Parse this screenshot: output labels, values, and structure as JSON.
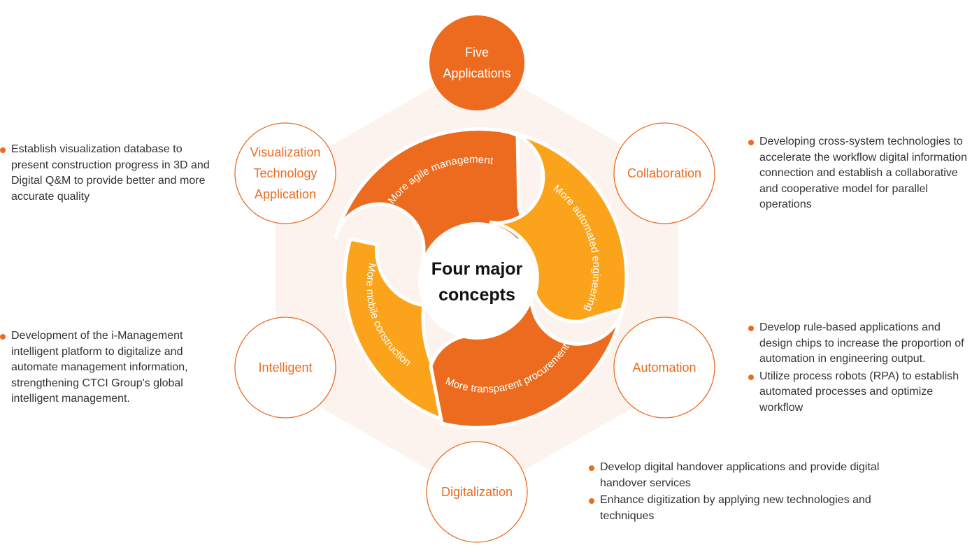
{
  "center": {
    "line1": "Four major",
    "line2": "concepts"
  },
  "concepts": [
    {
      "label": "More agile management"
    },
    {
      "label": "More automated engineering"
    },
    {
      "label": "More transparent procurement"
    },
    {
      "label": "More mobile construction"
    }
  ],
  "applications": {
    "five": {
      "line1": "Five",
      "line2": "Applications"
    },
    "visualization": {
      "line1": "Visualization",
      "line2": "Technology",
      "line3": "Application"
    },
    "collaboration": {
      "label": "Collaboration"
    },
    "intelligent": {
      "label": "Intelligent"
    },
    "automation": {
      "label": "Automation"
    },
    "digitalization": {
      "label": "Digitalization"
    }
  },
  "descriptions": {
    "visualization": [
      "Establish visualization database to present construction progress in 3D and Digital Q&M to provide better and more accurate quality"
    ],
    "intelligent": [
      "Development of the i-Management intelligent platform to digitalize and automate management information, strengthening CTCI Group's global intelligent management."
    ],
    "collaboration": [
      "Developing cross-system technologies to accelerate the workflow digital information connection and establish a collaborative and cooperative model for parallel operations"
    ],
    "automation": [
      "Develop rule-based applications and design chips to increase the proportion of automation in engineering output.",
      "Utilize process robots (RPA) to establish automated processes and optimize workflow"
    ],
    "digitalization": [
      "Develop digital handover applications and provide digital handover services",
      "Enhance digitization by applying new technologies and techniques"
    ]
  },
  "colors": {
    "dark_orange": "#ec6b1e",
    "light_orange": "#fba31a",
    "hexagon": "#fdf3ee",
    "outline": "#ec6b1e"
  }
}
